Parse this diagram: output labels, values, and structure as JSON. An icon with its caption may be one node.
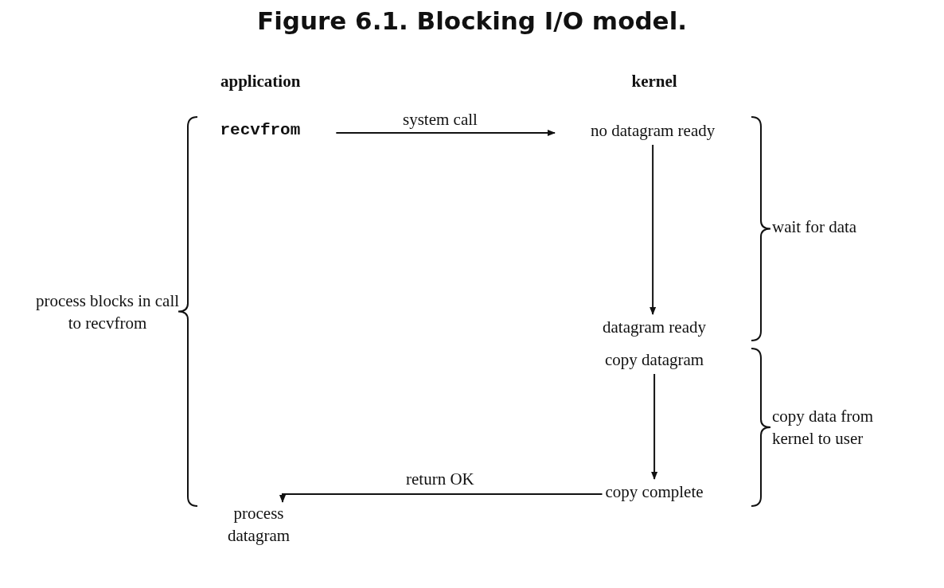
{
  "diagram": {
    "title": "Figure 6.1. Blocking I/O model.",
    "nodes": [
      {
        "text": [
          "recvfrom"
        ]
      },
      {
        "text": [
          "no datagram ready"
        ]
      },
      {
        "text": [
          "datagram ready"
        ]
      },
      {
        "text": [
          "copy datagram"
        ]
      },
      {
        "text": [
          "copy complete"
        ]
      },
      {
        "text": [
          "process datagram"
        ]
      }
    ],
    "edges": [
      {
        "from": 0,
        "to": 1,
        "arrow": "to",
        "label": "system call"
      },
      {
        "from": 1,
        "to": 2,
        "arrow": "to"
      },
      {
        "from": 3,
        "to": 4,
        "arrow": "to"
      },
      {
        "from": 4,
        "to": 5,
        "arrow": "to",
        "label": "return OK"
      }
    ],
    "labels": [
      "application",
      "kernel",
      "process blocks in call to recvfrom",
      "wait for data",
      "copy data from kernel to user"
    ]
  }
}
